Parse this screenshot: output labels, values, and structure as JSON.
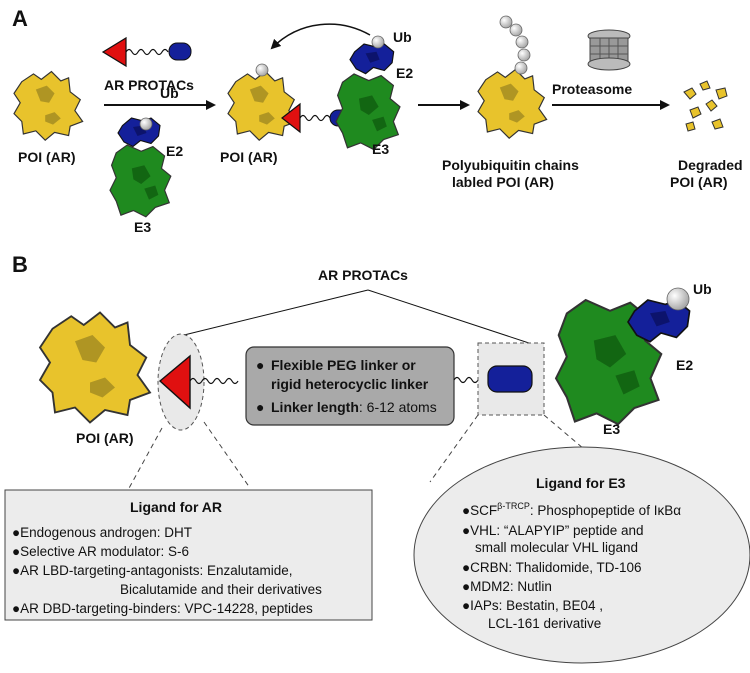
{
  "panel_a": {
    "label": "A",
    "protacs_label": "AR PROTACs",
    "poi_label_1": "POI (AR)",
    "ub_label_1": "Ub",
    "e2_label_1": "E2",
    "e3_label_1": "E3",
    "poi_label_2": "POI (AR)",
    "ub_label_2": "Ub",
    "e2_label_2": "E2",
    "e3_label_2": "E3",
    "polyub_line1": "Polyubiquitin chains",
    "polyub_line2": "labled POI (AR)",
    "proteasome_label": "Proteasome",
    "degraded_line1": "Degraded",
    "degraded_line2": "POI (AR)"
  },
  "panel_b": {
    "label": "B",
    "protacs_title": "AR PROTACs",
    "poi_label": "POI (AR)",
    "ub_label": "Ub",
    "e2_label": "E2",
    "e3_label": "E3",
    "linker_line1": "Flexible PEG linker or",
    "linker_line2": "rigid heterocyclic linker",
    "linker_line3_bold": "Linker length",
    "linker_line3_rest": ": 6-12 atoms",
    "ar_box": {
      "title": "Ligand for AR",
      "lines": [
        "●Endogenous androgen: DHT",
        "●Selective AR modulator: S-6",
        "●AR LBD-targeting-antagonists: Enzalutamide,",
        "Bicalutamide and their derivatives",
        "●AR DBD-targeting-binders: VPC-14228, peptides"
      ]
    },
    "e3_box": {
      "title": "Ligand for E3",
      "scf_prefix": "●SCF",
      "scf_sup": "β-TRCP",
      "scf_rest": ": Phosphopeptide of IκBα",
      "lines": [
        "●VHL: “ALAPYIP” peptide and",
        "small molecular VHL ligand",
        "●CRBN: Thalidomide, TD-106",
        "●MDM2: Nutlin",
        "●IAPs: Bestatin, BE04 ,",
        "LCL-161 derivative"
      ]
    }
  },
  "colors": {
    "poi_yellow": "#e8c32c",
    "poi_dark": "#a08a22",
    "e3_green": "#1f8a1f",
    "e2_blue": "#14209a",
    "warhead_red": "#e01010",
    "ub_gray": "#cfcfcf",
    "linker_box": "#a9a9a9",
    "ligand_box": "#ececec"
  }
}
